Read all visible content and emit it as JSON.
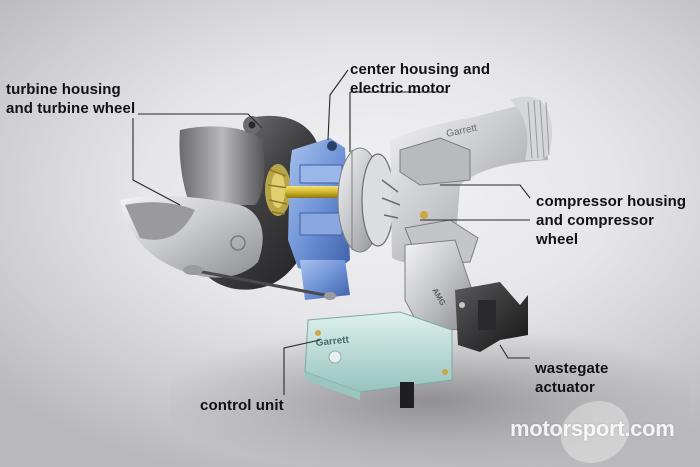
{
  "diagram": {
    "subject": "electric turbocharger cutaway",
    "labels": {
      "turbine": {
        "line1": "turbine housing",
        "line2": "and turbine wheel"
      },
      "center": {
        "line1": "center housing and",
        "line2": "electric motor"
      },
      "compressor": {
        "line1": "compressor housing",
        "line2": "and compressor wheel"
      },
      "wastegate": {
        "line1": "wastegate",
        "line2": "actuator"
      },
      "control": {
        "line1": "control unit"
      }
    },
    "part_markings": {
      "compressor_brand": "Garrett",
      "control_unit_brand": "Garrett",
      "bracket_logo": "AMG"
    },
    "watermark": "motorsport.com",
    "colors": {
      "label_text": "#111111",
      "leader_line": "#2a2a2a",
      "center_housing_blue": "#6f93d6",
      "control_unit_teal": "#bfe0dc",
      "turbine_dark": "#3c3c3e",
      "compressor_silver": "#cfd0d3",
      "shaft_gold": "#d8c23a"
    }
  }
}
